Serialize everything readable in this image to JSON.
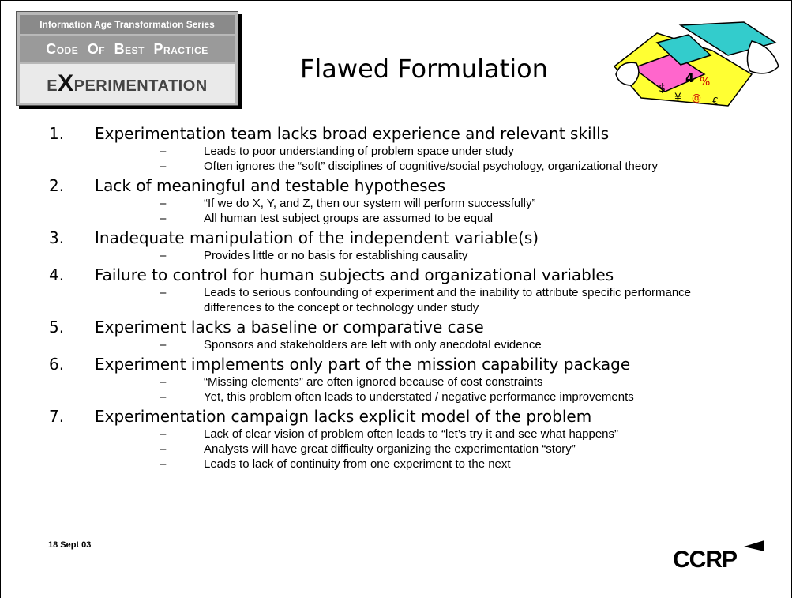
{
  "logo": {
    "series": "Information Age Transformation Series",
    "code_c": "C",
    "code_ode": "ODE",
    "code_o": "O",
    "code_f": "F",
    "code_b": "B",
    "code_est": "EST",
    "code_p": "P",
    "code_ractice": "RACTICE",
    "exp_e": "E",
    "exp_x": "X",
    "exp_rest": "PERIMENTATION"
  },
  "title": "Flawed Formulation",
  "footer": {
    "date": "18 Sept 03",
    "brand": "CCRP"
  },
  "items": [
    {
      "num": "1.",
      "text": "Experimentation team lacks broad experience and relevant skills",
      "subs": [
        "Leads to poor understanding of problem space under study",
        "Often ignores the “soft” disciplines of cognitive/social psychology, organizational theory"
      ]
    },
    {
      "num": "2.",
      "text": "Lack of meaningful and testable hypotheses",
      "subs": [
        "“If we do X, Y, and Z, then our system will perform successfully”",
        "All human test subject groups are assumed to be equal"
      ]
    },
    {
      "num": "3.",
      "text": "Inadequate manipulation of the independent variable(s)",
      "subs": [
        "Provides little or no basis for establishing causality"
      ]
    },
    {
      "num": "4.",
      "text": "Failure to control for human subjects and organizational variables",
      "subs": [
        "Leads to serious confounding of experiment and the inability to attribute specific performance differences to the concept or technology under study"
      ]
    },
    {
      "num": "5.",
      "text": "Experiment lacks a baseline or comparative case",
      "subs": [
        "Sponsors and stakeholders are left with only anecdotal evidence"
      ]
    },
    {
      "num": "6.",
      "text": "Experiment implements only part of the mission capability package",
      "subs": [
        "“Missing elements” are often ignored because of cost constraints",
        "Yet, this problem often leads to understated / negative performance improvements"
      ]
    },
    {
      "num": "7.",
      "text": "Experimentation campaign lacks explicit model of the problem",
      "subs": [
        "Lack of clear vision of problem often leads to “let’s try it and see what happens”",
        "Analysts will have great difficulty organizing the experimentation “story”",
        "Leads to lack of continuity from one experiment to the next"
      ]
    }
  ],
  "sub_dash": "–"
}
